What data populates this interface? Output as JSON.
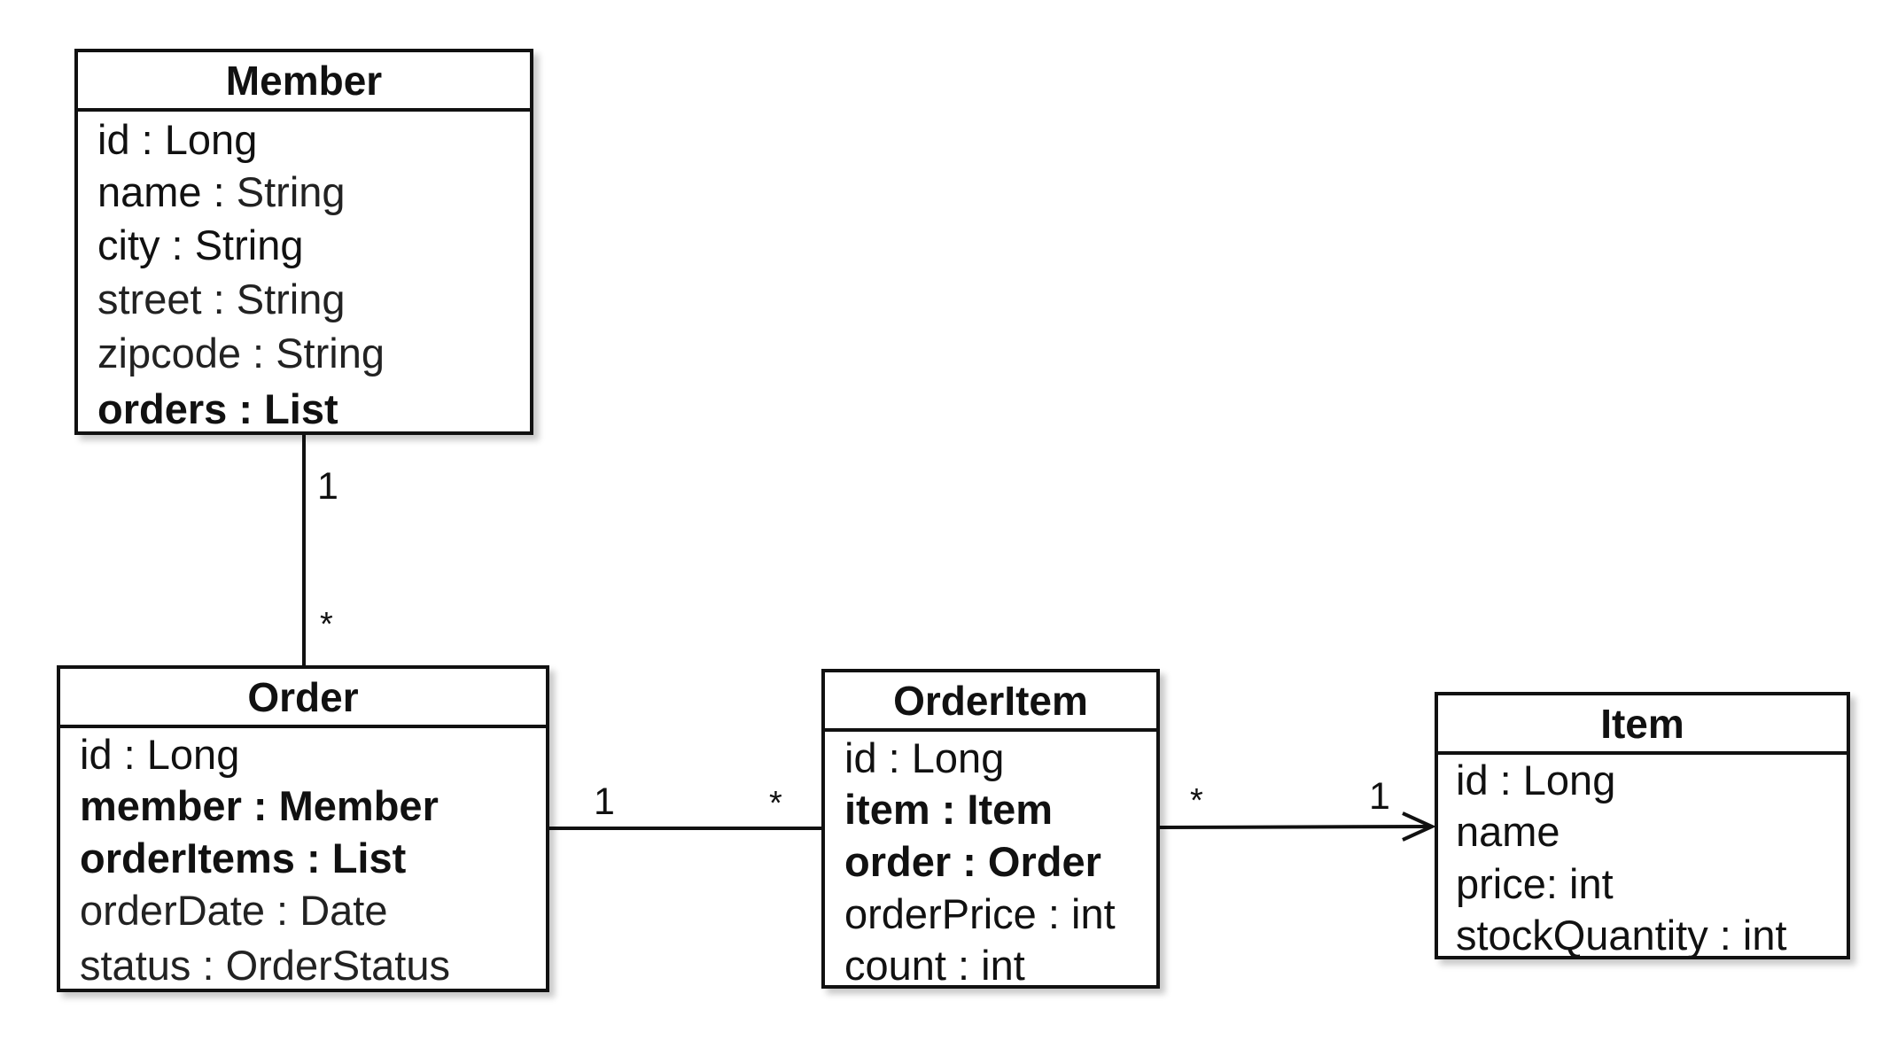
{
  "classes": {
    "member": {
      "name": "Member",
      "fields": [
        {
          "name": "id",
          "type": "Long"
        },
        {
          "name": "name",
          "type": "String"
        },
        {
          "name": "city",
          "type": "String"
        },
        {
          "name": "street",
          "type": "String"
        },
        {
          "name": "zipcode",
          "type": "String"
        },
        {
          "name": "orders",
          "type": "List"
        }
      ]
    },
    "order": {
      "name": "Order",
      "fields": [
        {
          "name": "id",
          "type": "Long"
        },
        {
          "name": "member",
          "type": "Member"
        },
        {
          "name": "orderItems",
          "type": "List"
        },
        {
          "name": "orderDate",
          "type": "Date"
        },
        {
          "name": "status",
          "type": "OrderStatus"
        }
      ]
    },
    "orderitem": {
      "name": "OrderItem",
      "fields": [
        {
          "name": "id",
          "type": "Long"
        },
        {
          "name": "item",
          "type": "Item"
        },
        {
          "name": "order",
          "type": "Order"
        },
        {
          "name": "orderPrice",
          "type": "int"
        },
        {
          "name": "count",
          "type": "int"
        }
      ]
    },
    "item": {
      "name": "Item",
      "fields": [
        {
          "name": "id",
          "type": "Long"
        },
        {
          "name": "name",
          "type": ""
        },
        {
          "name": "price",
          "type": "int"
        },
        {
          "name": "stockQuantity",
          "type": "int"
        }
      ]
    }
  },
  "associations": {
    "member_order": {
      "from_multiplicity": "1",
      "to_multiplicity": "*"
    },
    "order_orderitem": {
      "from_multiplicity": "1",
      "to_multiplicity": "*"
    },
    "orderitem_item": {
      "from_multiplicity": "*",
      "to_multiplicity": "1"
    }
  }
}
